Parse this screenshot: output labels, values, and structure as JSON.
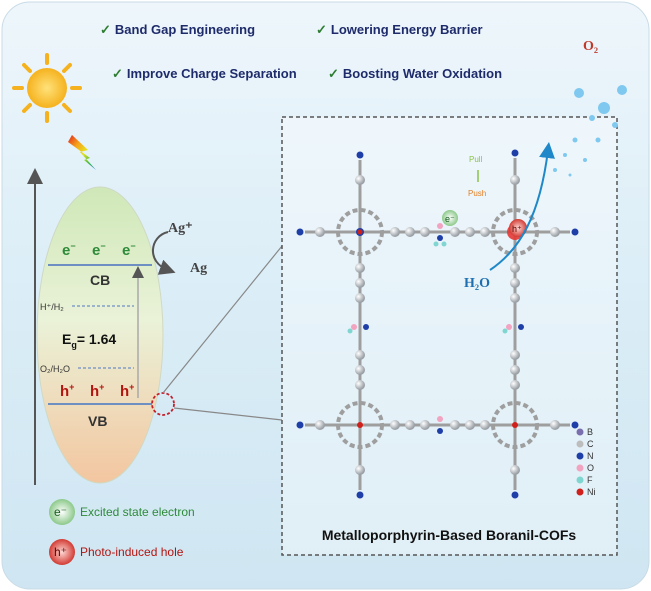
{
  "highlights": [
    {
      "check": "✓",
      "text": "Band Gap Engineering"
    },
    {
      "check": "✓",
      "text": "Lowering Energy Barrier"
    },
    {
      "check": "✓",
      "text": "Improve Charge Separation"
    },
    {
      "check": "✓",
      "text": "Boosting Water Oxidation"
    }
  ],
  "band": {
    "cb_label": "CB",
    "vb_label": "VB",
    "electron": "e",
    "electron_sup": "−",
    "hole": "h",
    "hole_sup": "+",
    "h_level": "H⁺/H₂",
    "o_level": "O₂/H₂O",
    "gap_prefix": "E",
    "gap_sub": "g",
    "gap_value": "= 1.64"
  },
  "reaction": {
    "ag_plus": "Ag⁺",
    "ag": "Ag",
    "water": "H₂O",
    "oxygen": "O₂"
  },
  "framework": {
    "caption": "Metalloporphyrin-Based Boranil-COFs",
    "pull": "Pull",
    "push": "Push",
    "e_mark": "e⁻",
    "h_mark": "h⁺",
    "atom_legend": [
      {
        "label": "B",
        "color": "#7a6fae"
      },
      {
        "label": "C",
        "color": "#bdbdbd"
      },
      {
        "label": "N",
        "color": "#1f3fa8"
      },
      {
        "label": "O",
        "color": "#f2a3c0"
      },
      {
        "label": "F",
        "color": "#7fd6d0"
      },
      {
        "label": "Ni",
        "color": "#d0201c"
      }
    ]
  },
  "legend": [
    {
      "symbol": "e⁻",
      "text": "Excited state electron"
    },
    {
      "symbol": "h⁺",
      "text": "Photo-induced hole"
    }
  ],
  "colors": {
    "text_dark": "#1e2b6b",
    "hole_red": "#b3140f",
    "electron_green": "#2e8b3a",
    "band_line": "#6e8fc2",
    "framework_border": "#555555"
  }
}
